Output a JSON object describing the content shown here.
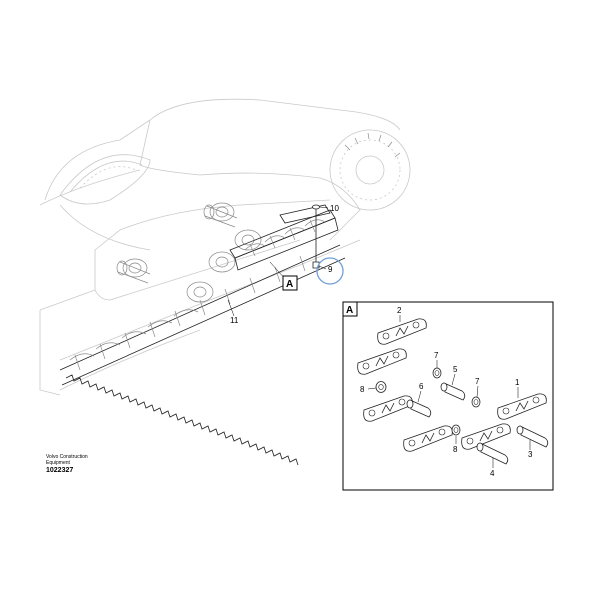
{
  "footer": {
    "maker_line1": "Volvo Construction",
    "maker_line2": "Equipment",
    "drawing_no": "1022327"
  },
  "overview_callouts": {
    "c9": "9",
    "c10": "10",
    "c11": "11",
    "ref_box": "A"
  },
  "detail": {
    "box_letter": "A",
    "parts": {
      "p1": "1",
      "p2": "2",
      "p3": "3",
      "p4": "4",
      "p5": "5",
      "p6": "6",
      "p7a": "7",
      "p7b": "7",
      "p8a": "8",
      "p8b": "8"
    }
  },
  "colors": {
    "highlight_ring": "#6f9fd8",
    "ink": "#000000",
    "ghost_lines": "#c9c9c9"
  }
}
